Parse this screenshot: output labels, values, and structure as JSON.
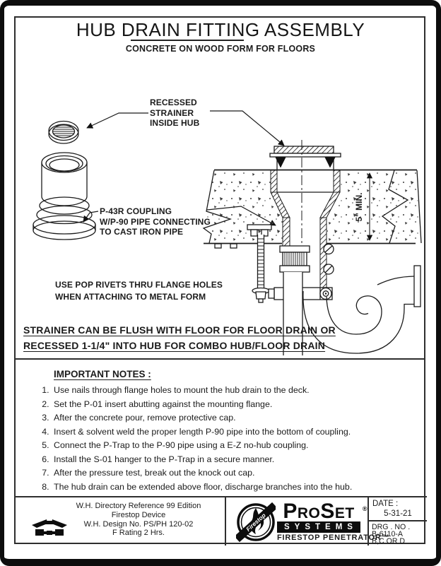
{
  "page": {
    "title": "HUB DRAIN FITTING ASSEMBLY",
    "subtitle": "CONCRETE ON WOOD FORM FOR FLOORS"
  },
  "drawing": {
    "label_recessed_strainer": "RECESSED\nSTRAINER\nINSIDE HUB",
    "label_coupling": "P-43R COUPLING\nW/P-90 PIPE CONNECTING\nTO CAST IRON PIPE",
    "label_pop_rivets": "USE POP RIVETS THRU FLANGE HOLES\nWHEN ATTACHING TO METAL FORM",
    "dimension_min": "5\" MIN.",
    "flush_note_line1": "STRAINER CAN BE FLUSH WITH FLOOR FOR FLOOR DRAIN OR",
    "flush_note_line2": "RECESSED 1-1/4\" INTO HUB FOR COMBO HUB/FLOOR DRAIN"
  },
  "notes": {
    "heading": "IMPORTANT NOTES :",
    "items": [
      "Use nails through flange holes to mount the hub drain to the deck.",
      "Set the P-01 insert abutting against the mounting flange.",
      "After the concrete pour, remove protective cap.",
      "Insert & solvent weld the proper length P-90 pipe into the bottom of coupling.",
      "Connect the P-Trap to the P-90 pipe using a E-Z no-hub coupling.",
      "Install the S-01 hanger to the P-Trap in a secure manner.",
      "After the pressure test, break out the knock out cap.",
      "The hub drain can be extended above floor, discharge branches into the hub."
    ]
  },
  "footer": {
    "wh_certification": "W.H. Directory Reference 99 Edition\nFirestop Device\nW.H. Design No. PS/PH 120-02\nF Rating 2 Hrs.",
    "brand_name": "ProSet",
    "brand_reg": "®",
    "brand_systems": "SYSTEMS",
    "brand_tagline": "FIRESTOP PENETRATOR™",
    "badge_text": "Firestop",
    "date_label": "DATE :",
    "date_value": "5-31-21",
    "drg_block": "DRG . NO .\n B-6110-A\n B,C OR D"
  }
}
